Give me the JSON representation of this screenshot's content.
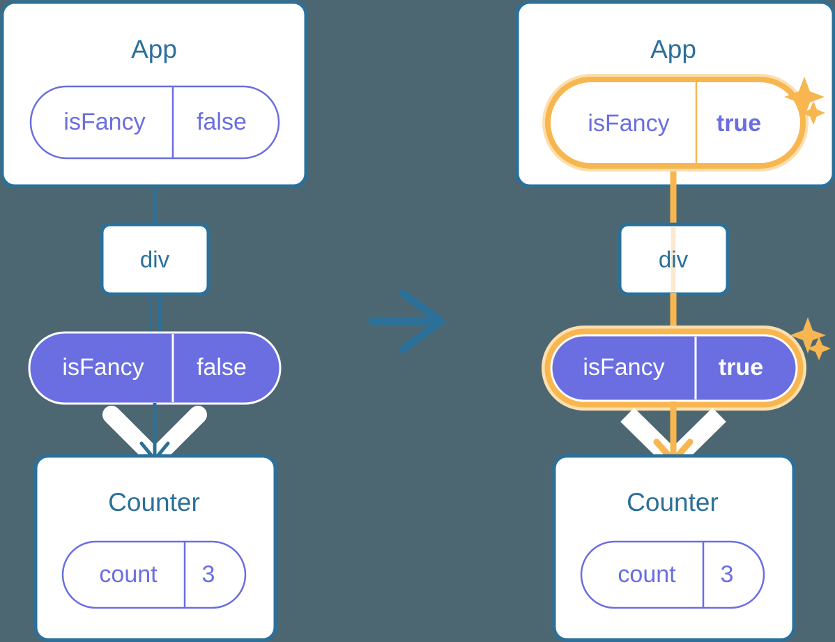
{
  "meta": {
    "background_color": "#4d6772",
    "title_color": "#2b7099",
    "card_border_color": "#2b7099",
    "card_fill": "#ffffff",
    "purple": "#6a6ee0",
    "purple_text": "#ffffff",
    "outline_pill_stroke": "#6a6ee0",
    "highlight_orange": "#f8b650",
    "highlight_orange_soft": "#fbdfae",
    "wire_blue": "#2b7099",
    "wire_faint": "#cdd9ea",
    "wire_faint_orange": "#fbe9cf",
    "white_arrow": "#ffffff"
  },
  "transition_arrow": {
    "name": "right-arrow",
    "color": "#2b7099"
  },
  "panels": [
    {
      "id": "before",
      "app": {
        "title": "App",
        "state_pill": {
          "key": "isFancy",
          "value": "false",
          "style": "outline",
          "highlighted": false,
          "bold_value": false,
          "sparkles": false
        }
      },
      "div": {
        "label": "div",
        "wire_highlighted": false
      },
      "prop_pill": {
        "key": "isFancy",
        "value": "false",
        "style": "solid",
        "highlighted": false,
        "bold_value": false,
        "sparkles": false
      },
      "arrow": {
        "name": "render-arrow",
        "highlighted": false
      },
      "counter": {
        "title": "Counter",
        "state_pill": {
          "key": "count",
          "value": "3",
          "style": "outline",
          "highlighted": false,
          "bold_value": false,
          "sparkles": false
        }
      }
    },
    {
      "id": "after",
      "app": {
        "title": "App",
        "state_pill": {
          "key": "isFancy",
          "value": "true",
          "style": "outline",
          "highlighted": true,
          "bold_value": true,
          "sparkles": true
        }
      },
      "div": {
        "label": "div",
        "wire_highlighted": true
      },
      "prop_pill": {
        "key": "isFancy",
        "value": "true",
        "style": "solid",
        "highlighted": true,
        "bold_value": true,
        "sparkles": true
      },
      "arrow": {
        "name": "render-arrow",
        "highlighted": true
      },
      "counter": {
        "title": "Counter",
        "state_pill": {
          "key": "count",
          "value": "3",
          "style": "outline",
          "highlighted": false,
          "bold_value": false,
          "sparkles": false
        }
      }
    }
  ]
}
